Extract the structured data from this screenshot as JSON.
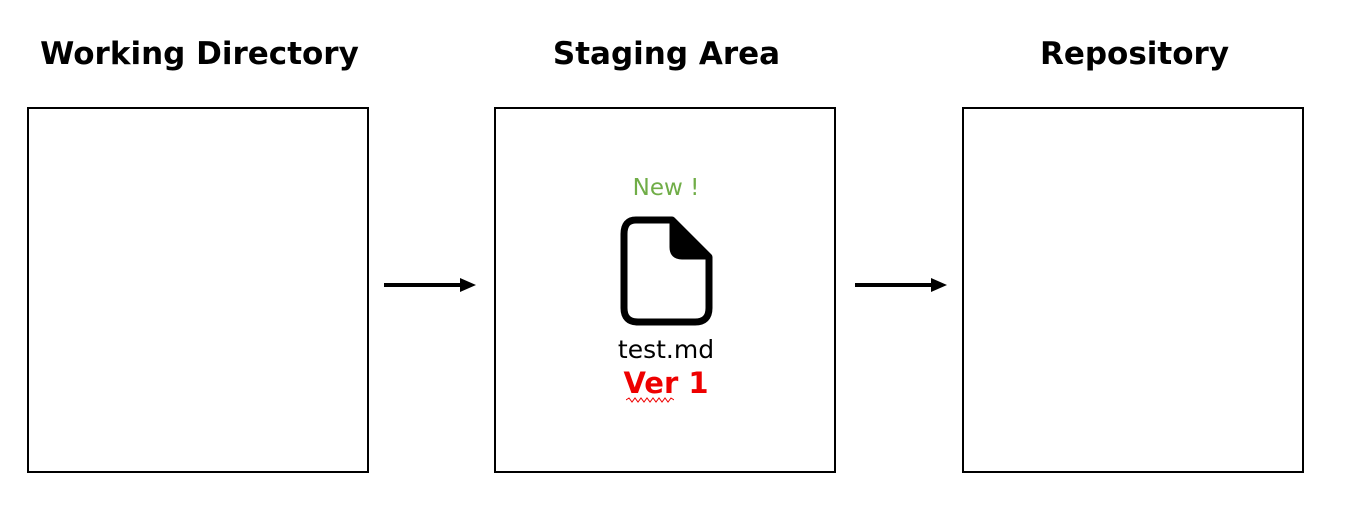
{
  "stages": [
    {
      "title": "Working Directory"
    },
    {
      "title": "Staging Area"
    },
    {
      "title": "Repository"
    }
  ],
  "staged_file": {
    "status": "New !",
    "name": "test.md",
    "version": "Ver 1",
    "icon": "document-icon"
  },
  "colors": {
    "status": "#70ad47",
    "version": "#ee0000",
    "outline": "#000000"
  }
}
